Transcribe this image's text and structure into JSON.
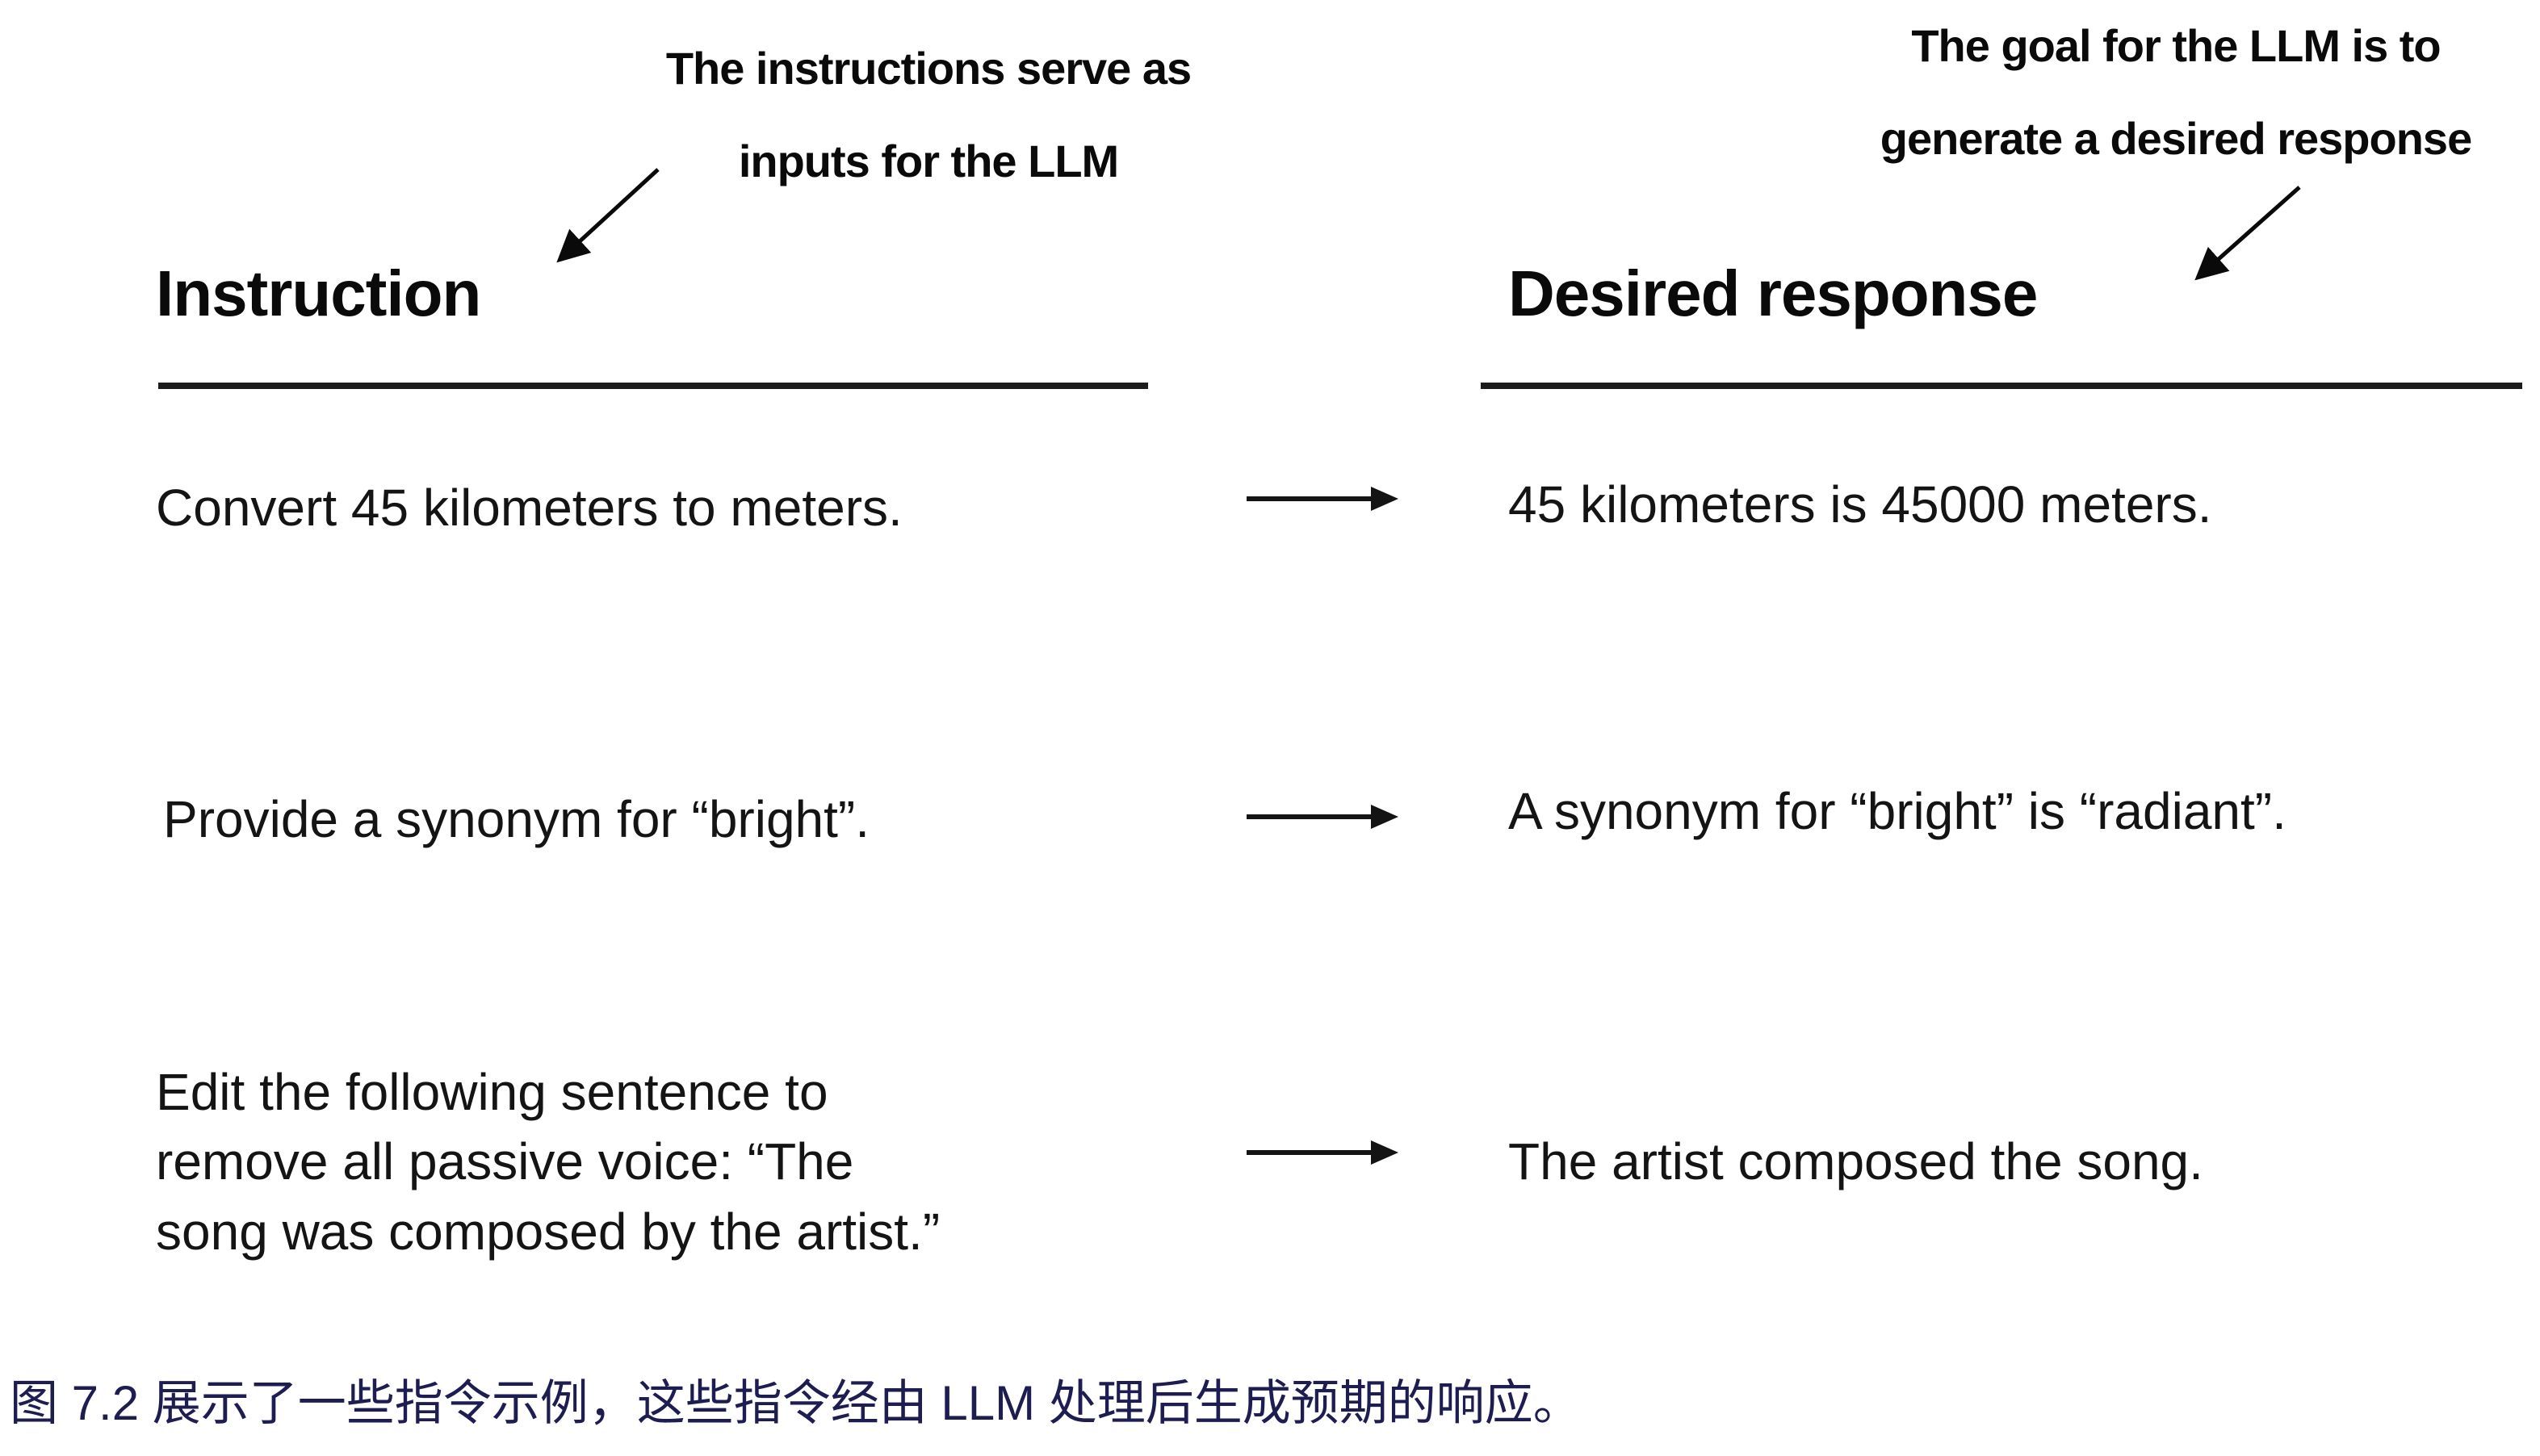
{
  "figure": {
    "annotation_left": "The instructions serve as\ninputs for the LLM",
    "annotation_right": "The goal for the LLM is to\ngenerate a desired response",
    "instruction_header": "Instruction",
    "response_header": "Desired response",
    "rows": [
      {
        "instruction": "Convert 45 kilometers to meters.",
        "response": "45 kilometers is 45000 meters."
      },
      {
        "instruction": "Provide a synonym for “bright”.",
        "response": "A synonym for “bright” is “radiant”."
      },
      {
        "instruction": "Edit the following sentence to\nremove all passive voice: “The\nsong was composed by the artist.”",
        "response": "The artist composed the song."
      }
    ],
    "caption": "图 7.2 展示了一些指令示例，这些指令经由 LLM 处理后生成预期的响应。",
    "colors": {
      "text": "#111111",
      "caption": "#1e1d52"
    }
  }
}
